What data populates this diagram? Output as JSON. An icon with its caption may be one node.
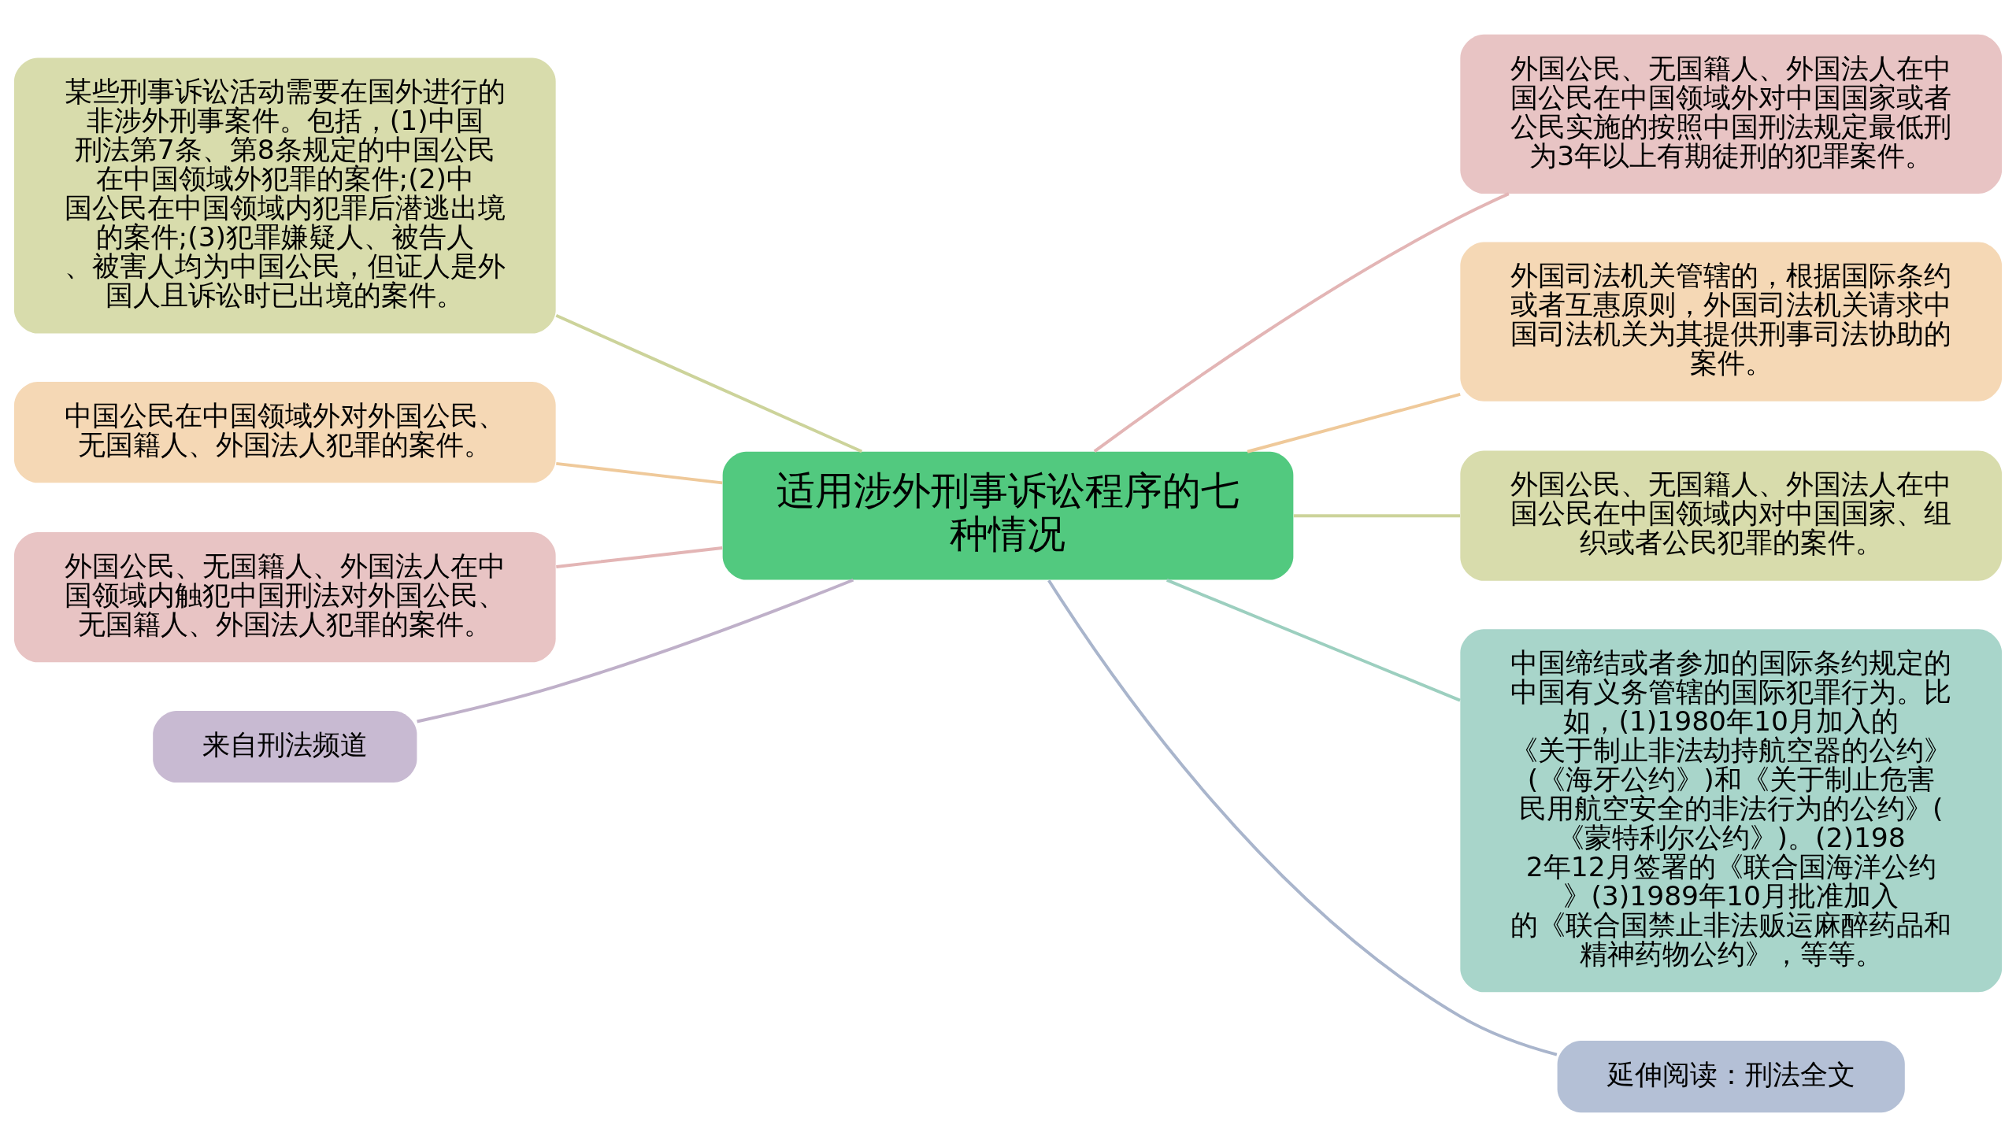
{
  "diagram": {
    "nodes": [
      {
        "text": [
          "适用涉外刑事诉讼程序的七种情况"
        ]
      },
      {
        "text": [
          "外国公民、无国籍人、外国法人在中国公民在中国领域外对中国国家或者公民实施的按照中国刑法规定最低刑为3年以上有期徒刑的犯罪案件。"
        ]
      },
      {
        "text": [
          "外国司法机关管辖的，根据国际条约或者互惠原则，外国司法机关请求中国司法机关为其提供刑事司法协助的案件。"
        ]
      },
      {
        "text": [
          "外国公民、无国籍人、外国法人在中国公民在中国领域内对中国国家、组织或者公民犯罪的案件。"
        ]
      },
      {
        "text": [
          "中国缔结或者参加的国际条约规定的中国有义务管辖的国际犯罪行为。比如，(1)1980年10月加入的《关于制止非法劫持航空器的公约》(《海牙公约》)和《关于制止危害民用航空安全的非法行为的公约》(《蒙特利尔公约》)。(2)1982年12月签署的《联合国海洋公约》(3)1989年10月批准加入的《联合国禁止非法贩运麻醉药品和精神药物公约》，等等。"
        ]
      },
      {
        "text": [
          "延伸阅读：刑法全文"
        ]
      },
      {
        "text": [
          "某些刑事诉讼活动需要在国外进行的非涉外刑事案件。包括，(1)中国刑法第7条、第8条规定的中国公民在中国领域外犯罪的案件;(2)中国公民在中国领域内犯罪后潜逃出境的案件;(3)犯罪嫌疑人、被告人、被害人均为中国公民，但证人是外国人且诉讼时已出境的案件。"
        ]
      },
      {
        "text": [
          "中国公民在中国领域外对外国公民、无国籍人、外国法人犯罪的案件。"
        ]
      },
      {
        "text": [
          "外国公民、无国籍人、外国法人在中国领域内触犯中国刑法对外国公民、无国籍人、外国法人犯罪的案件。"
        ]
      },
      {
        "text": [
          "来自刑法频道"
        ]
      }
    ],
    "edges": [
      {
        "from": 0,
        "to": 1,
        "arrow": "none",
        "color": "#e3b5b5"
      },
      {
        "from": 0,
        "to": 2,
        "arrow": "none",
        "color": "#efc99a"
      },
      {
        "from": 0,
        "to": 3,
        "arrow": "none",
        "color": "#ccd39a"
      },
      {
        "from": 0,
        "to": 4,
        "arrow": "none",
        "color": "#9ccfbf"
      },
      {
        "from": 0,
        "to": 5,
        "arrow": "none",
        "color": "#a9b5cc"
      },
      {
        "from": 0,
        "to": 6,
        "arrow": "none",
        "color": "#ccd39a"
      },
      {
        "from": 0,
        "to": 7,
        "arrow": "none",
        "color": "#efc99a"
      },
      {
        "from": 0,
        "to": 8,
        "arrow": "none",
        "color": "#e3b5b5"
      },
      {
        "from": 0,
        "to": 9,
        "arrow": "none",
        "color": "#bfb0c9"
      }
    ]
  }
}
